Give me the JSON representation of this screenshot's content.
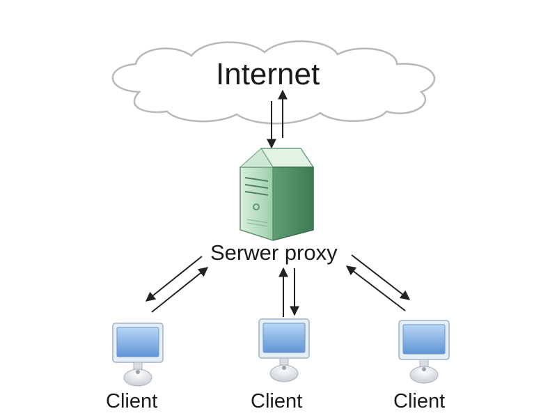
{
  "diagram": {
    "internet_label": "Internet",
    "proxy_label": "Serwer proxy",
    "clients": [
      {
        "label": "Client"
      },
      {
        "label": "Client"
      },
      {
        "label": "Client"
      }
    ]
  },
  "colors": {
    "cloud_fill": "#ffffff",
    "cloud_stroke": "#b8b8b8",
    "server_front": "#c3e2c9",
    "server_side": "#6fae84",
    "monitor_frame": "#dde8f2",
    "monitor_screen": "#8ab5e6",
    "arrow": "#222222"
  }
}
